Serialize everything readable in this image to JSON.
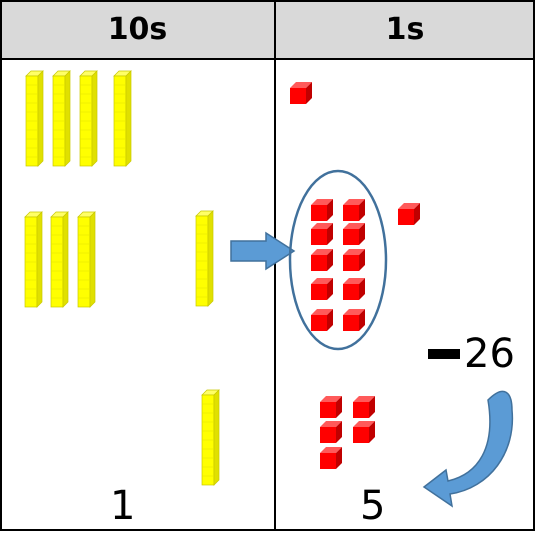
{
  "table": {
    "headers": [
      "10s",
      "1s"
    ],
    "header_fill": "#d9d9d9"
  },
  "subtraction_label": "26",
  "results": {
    "tens": "1",
    "ones": "5"
  },
  "colors": {
    "ten_rod": "#ffff00",
    "unit_cube": "#ff0000",
    "arrow": "#5b9bd5",
    "ellipse": "#41719c"
  },
  "icons": [
    "ten-rod",
    "unit-cube",
    "right-arrow-icon",
    "minus-icon",
    "curved-arrow-icon"
  ]
}
